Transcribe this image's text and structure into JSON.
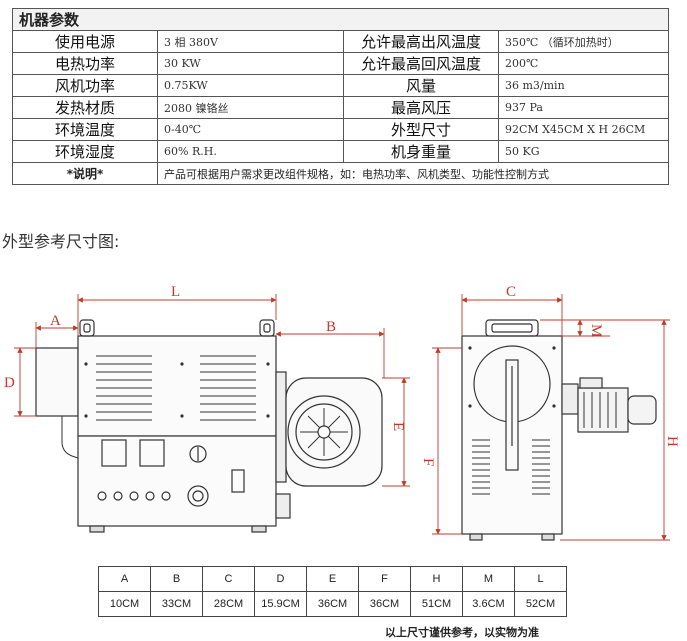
{
  "spec": {
    "title": "机器参数",
    "rows": [
      {
        "l1": "使用电源",
        "v1": "3 相 380V",
        "l2": "允许最高出风温度",
        "v2": "350℃ （循环加热时）"
      },
      {
        "l1": "电热功率",
        "v1": "30 KW",
        "l2": "允许最高回风温度",
        "v2": "200℃"
      },
      {
        "l1": "风机功率",
        "v1": "0.75KW",
        "l2": "风量",
        "v2": "36 m3/min"
      },
      {
        "l1": "发热材质",
        "v1": "2080 镍铬丝",
        "l2": "最高风压",
        "v2": "937 Pa"
      },
      {
        "l1": "环境温度",
        "v1": "0-40℃",
        "l2": "外型尺寸",
        "v2": "92CM X45CM X H 26CM"
      },
      {
        "l1": "环境湿度",
        "v1": "60% R.H.",
        "l2": "机身重量",
        "v2": "50 KG"
      }
    ],
    "note_label": "*说明*",
    "note_value": "产品可根据用户需求更改组件规格，如：电热功率、风机类型、功能性控制方式"
  },
  "section_title": "外型参考尺寸图:",
  "drawing": {
    "labels": {
      "L": "L",
      "A": "A",
      "B": "B",
      "C": "C",
      "D": "D",
      "E": "E",
      "F": "F",
      "H": "H",
      "M": "M"
    }
  },
  "dims": {
    "headers": [
      "A",
      "B",
      "C",
      "D",
      "E",
      "F",
      "H",
      "M",
      "L"
    ],
    "values": [
      "10CM",
      "33CM",
      "28CM",
      "15.9CM",
      "36CM",
      "36CM",
      "51CM",
      "3.6CM",
      "52CM"
    ]
  },
  "footnote": "以上尺寸谨供参考，以实物为准"
}
